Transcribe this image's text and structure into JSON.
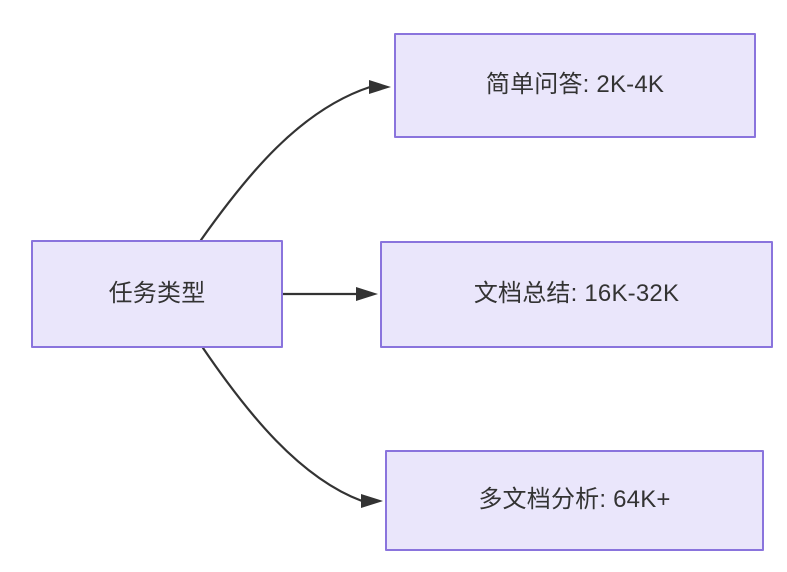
{
  "diagram": {
    "type": "flowchart",
    "orientation": "left-to-right",
    "background_color": "#ffffff",
    "node_fill_color": "#eae6fb",
    "node_border_color": "#8a74dd",
    "node_text_color": "#333333",
    "edge_color": "#333333",
    "root": {
      "id": "root",
      "label": "任务类型"
    },
    "branches": [
      {
        "id": "simple-qa",
        "label": "简单问答: 2K-4K",
        "task": "简单问答",
        "context_length": "2K-4K",
        "edge": {
          "from": "root",
          "to": "simple-qa",
          "style": "curved",
          "arrow": "arrow-head-icon"
        }
      },
      {
        "id": "doc-summary",
        "label": "文档总结: 16K-32K",
        "task": "文档总结",
        "context_length": "16K-32K",
        "edge": {
          "from": "root",
          "to": "doc-summary",
          "style": "straight",
          "arrow": "arrow-head-icon"
        }
      },
      {
        "id": "multi-doc",
        "label": "多文档分析: 64K+",
        "task": "多文档分析",
        "context_length": "64K+",
        "edge": {
          "from": "root",
          "to": "multi-doc",
          "style": "curved",
          "arrow": "arrow-head-icon"
        }
      }
    ]
  }
}
